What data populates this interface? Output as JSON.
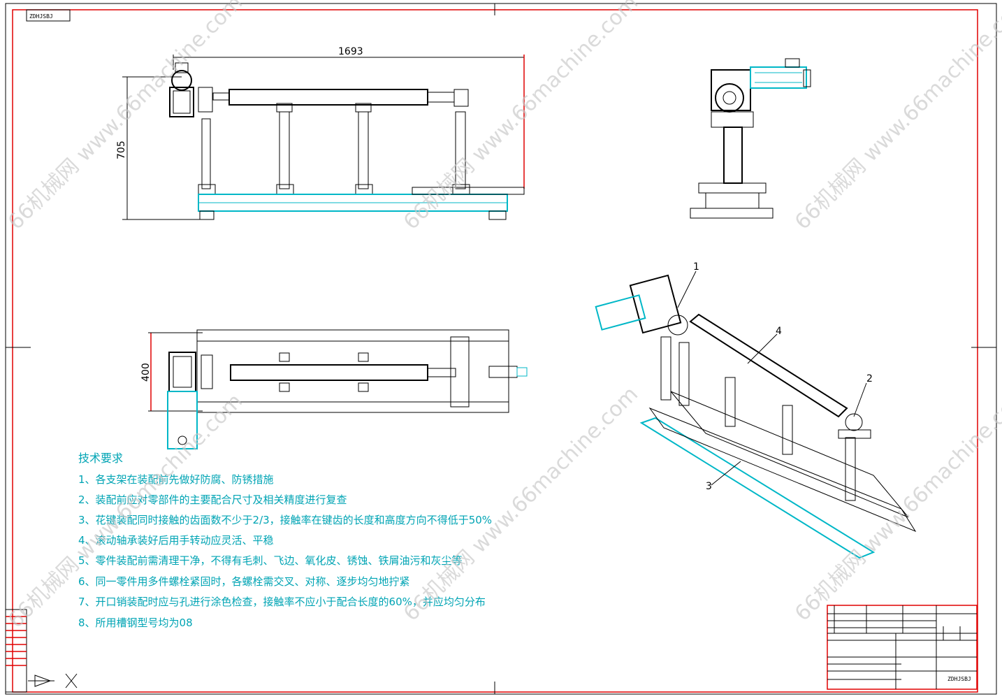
{
  "drawing": {
    "code_tag": "ZDHJSBJ",
    "title_code": "ZDHJSBJ",
    "colors": {
      "frame": "#e00000",
      "accent": "#00b7c7",
      "line": "#000000"
    }
  },
  "dimensions": {
    "front_length": "1693",
    "front_height": "705",
    "top_width": "400"
  },
  "balloons": [
    "1",
    "2",
    "3",
    "4"
  ],
  "tech_requirements": {
    "title": "技术要求",
    "items": [
      "1、各支架在装配前先做好防腐、防锈措施",
      "2、装配前应对零部件的主要配合尺寸及相关精度进行复查",
      "3、花键装配同时接触的齿面数不少于2/3，接触率在键齿的长度和高度方向不得低于50%",
      "4、滚动轴承装好后用手转动应灵活、平稳",
      "5、零件装配前需清理干净，不得有毛刺、飞边、氧化皮、锈蚀、铁屑油污和灰尘等",
      "6、同一零件用多件螺栓紧固时，各螺栓需交叉、对称、逐步均匀地拧紧",
      "7、开口销装配时应与孔进行涂色检查，接触率不应小于配合长度的60%，并应均匀分布",
      "8、所用槽钢型号均为08"
    ]
  },
  "watermark": "66机械网 www.66machine.com"
}
